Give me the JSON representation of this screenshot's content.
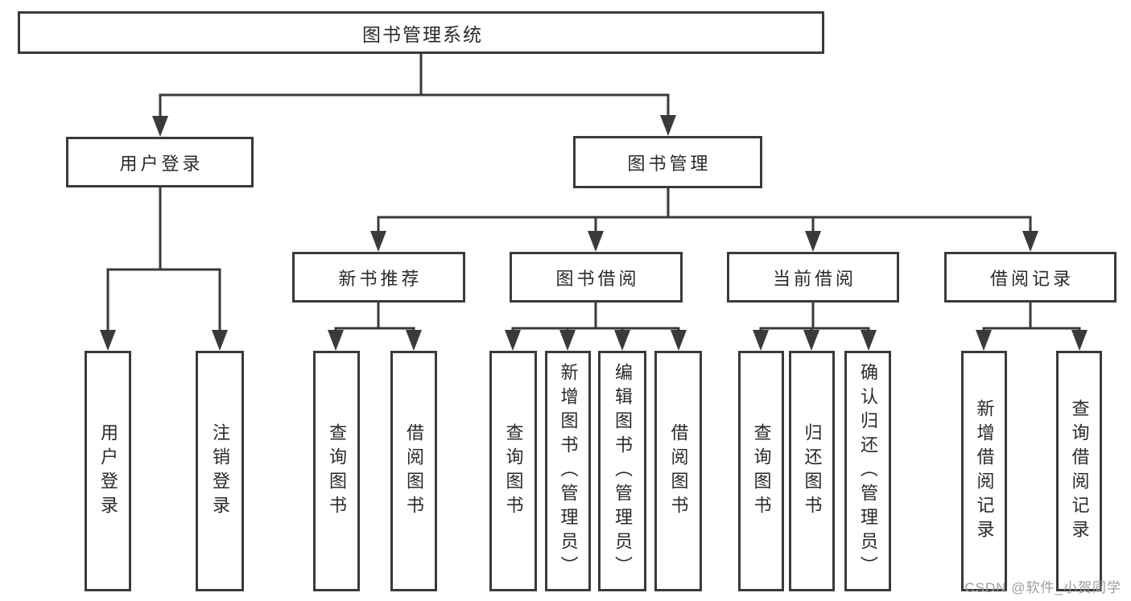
{
  "diagram": {
    "type": "hierarchy-tree",
    "colors": {
      "line": "#3a3a3a",
      "text": "#2a2a2a",
      "background": "#ffffff",
      "watermark": "#9c9c9c"
    },
    "root": {
      "label": "图书管理系统",
      "children": [
        {
          "label": "用户登录",
          "children": [
            {
              "label": "用户登录"
            },
            {
              "label": "注销登录"
            }
          ]
        },
        {
          "label": "图书管理",
          "children": [
            {
              "label": "新书推荐",
              "children": [
                {
                  "label": "查询图书"
                },
                {
                  "label": "借阅图书"
                }
              ]
            },
            {
              "label": "图书借阅",
              "children": [
                {
                  "label": "查询图书"
                },
                {
                  "label": "新增图书（管理员）"
                },
                {
                  "label": "编辑图书（管理员）"
                },
                {
                  "label": "借阅图书"
                }
              ]
            },
            {
              "label": "当前借阅",
              "children": [
                {
                  "label": "查询图书"
                },
                {
                  "label": "归还图书"
                },
                {
                  "label": "确认归还（管理员）"
                }
              ]
            },
            {
              "label": "借阅记录",
              "children": [
                {
                  "label": "新增借阅记录"
                },
                {
                  "label": "查询借阅记录"
                }
              ]
            }
          ]
        }
      ]
    },
    "watermark": "CSDN @软件_小贺同学"
  }
}
